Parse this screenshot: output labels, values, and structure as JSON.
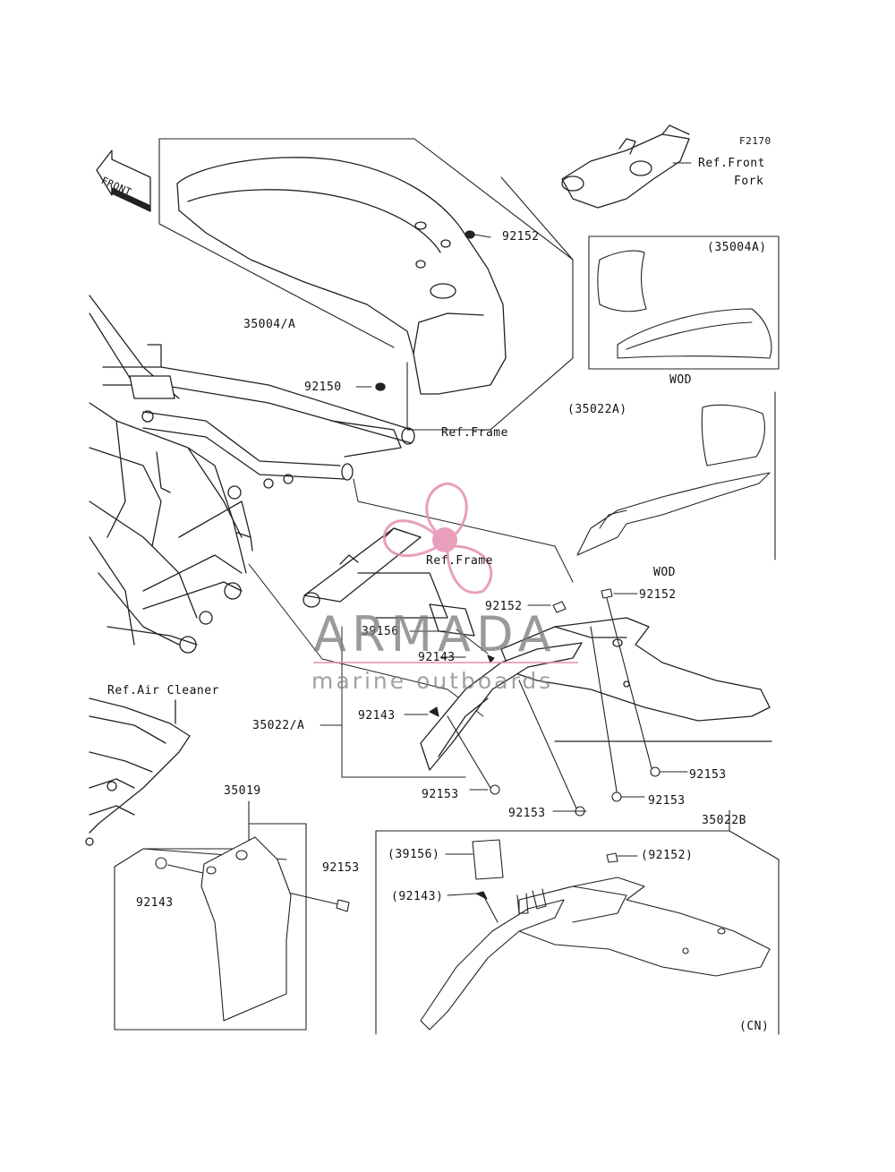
{
  "figure_code": "F2170",
  "front_arrow_label": "FRONT",
  "parts": {
    "p35004A": "35004/A",
    "p92152_top": "92152",
    "p92150": "92150",
    "p35022A_main": "35022/A",
    "p92152_mid_left": "92152",
    "p92152_mid_right": "92152",
    "p39156": "39156",
    "p92143_mid": "92143",
    "p92143_left": "92143",
    "p92153_a": "92153",
    "p92153_b": "92153",
    "p92153_c": "92153",
    "p92153_d": "92153",
    "p35019": "35019",
    "p92153_guard": "92153",
    "p92143_guard": "92143",
    "p35022B": "35022B"
  },
  "references": {
    "front_fork_line1": "Ref.Front",
    "front_fork_line2": "Fork",
    "frame_upper": "Ref.Frame",
    "frame_lower": "Ref.Frame",
    "air_cleaner": "Ref.Air Cleaner"
  },
  "variant_boxes": {
    "fender_front_variant": "(35004A)",
    "fender_front_note": "WOD",
    "fender_rear_variant": "(35022A)",
    "fender_rear_note": "WOD",
    "cn_39156": "(39156)",
    "cn_92152": "(92152)",
    "cn_92143": "(92143)",
    "cn_region": "(CN)"
  },
  "watermark": {
    "brand": "ARMADA",
    "tagline": "marine outboards",
    "accent_color": "#e58fb0"
  }
}
